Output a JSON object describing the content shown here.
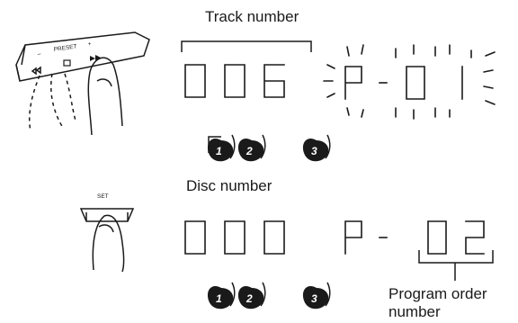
{
  "labels": {
    "track_number": "Track number",
    "disc_number": "Disc number",
    "program_order_line1": "Program order",
    "program_order_line2": "number"
  },
  "button_labels": {
    "preset": "PRESET",
    "minus": "–",
    "plus": "+",
    "set": "SET"
  },
  "display_step1": {
    "track": "006",
    "program": "P-01",
    "program_blinking": true
  },
  "display_step2": {
    "track": "000",
    "program": "P-02"
  },
  "discs": [
    "1",
    "2",
    "3"
  ],
  "step1_selected_disc": "1",
  "step2_selected_disc": "1"
}
